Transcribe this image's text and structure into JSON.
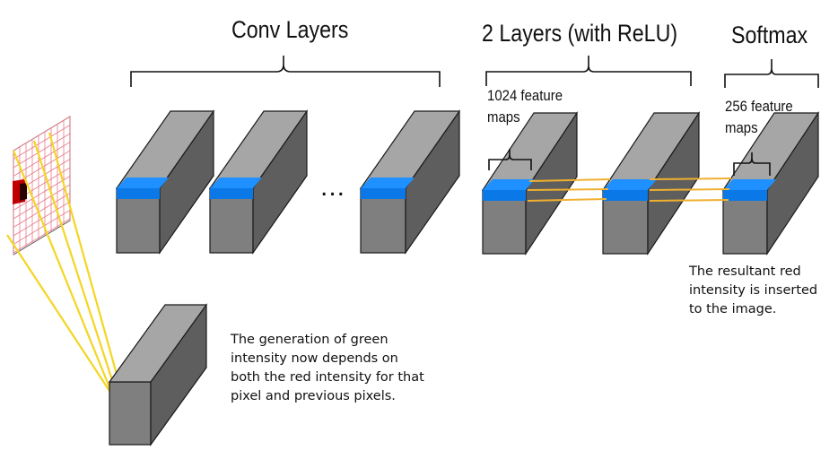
{
  "headings": {
    "conv_layers": "Conv Layers",
    "relu_layers": "2 Layers (with ReLU)",
    "softmax": "Softmax"
  },
  "labels": {
    "feature_maps_1024": "1024 feature\nmaps",
    "feature_maps_256": "256 feature\nmaps",
    "ellipsis": "..."
  },
  "notes": {
    "red_inserted": "The resultant red\nintensity is inserted\nto the image.",
    "green_generation": "The generation of green\nintensity now depends on\nboth the red intensity for that\npixel and previous pixels."
  },
  "colors": {
    "block_front": "#7f7f7f",
    "block_side": "#5e5e5e",
    "block_top": "#a6a6a6",
    "block_outline": "#1a1a1a",
    "highlight_top": "#1e90ff",
    "highlight_front": "#0a78e6",
    "connector": "#f0b030",
    "projection_line": "#f5d523",
    "grid_line": "#e87a8a",
    "pixel_red": "#c00000",
    "pixel_dark": "#2a0000"
  }
}
